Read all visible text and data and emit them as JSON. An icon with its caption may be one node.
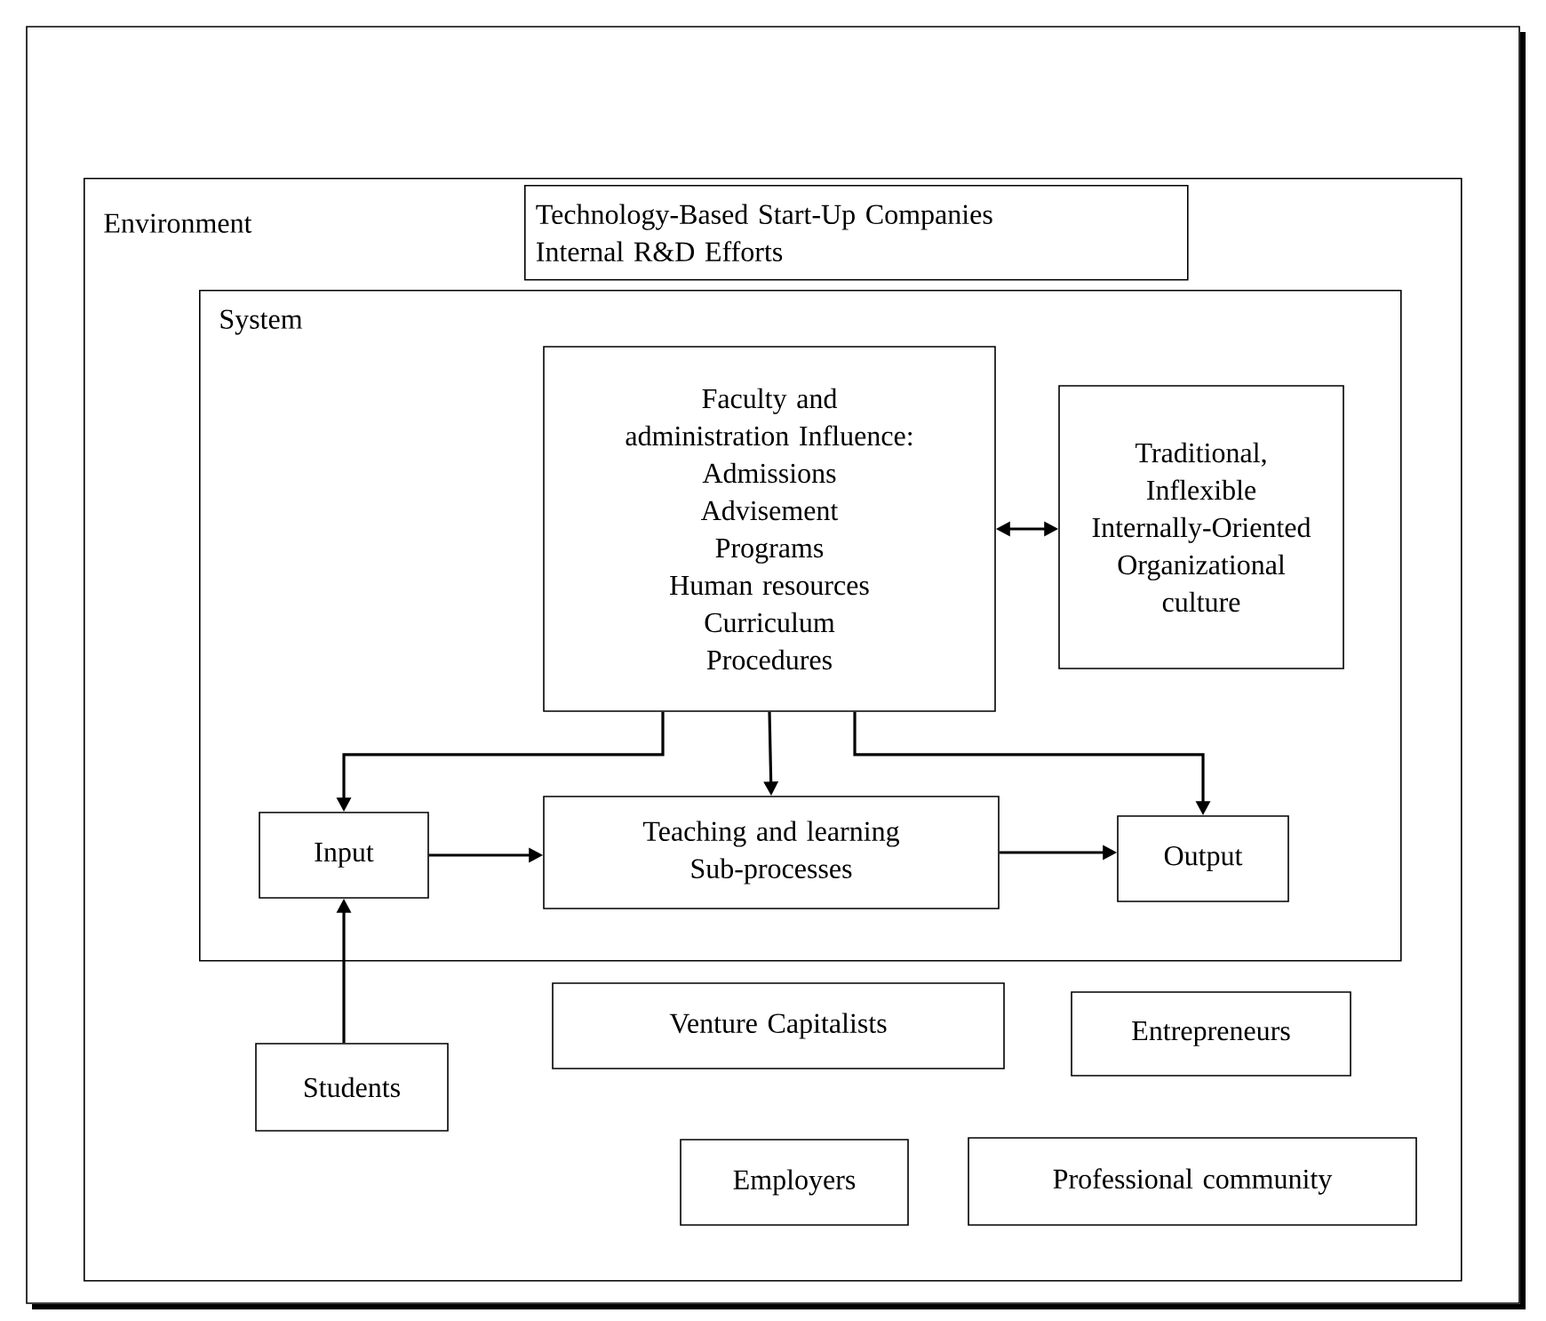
{
  "diagram": {
    "nodes": [
      {
        "text": [
          "Environment"
        ]
      },
      {
        "text": [
          "Technology-Based Start-Up Companies",
          "Internal R&D Efforts"
        ],
        "in": 0
      },
      {
        "text": [
          "System"
        ],
        "in": 0
      },
      {
        "text": [
          "Faculty and administration Influence:",
          "Admissions",
          "Advisement",
          "Programs",
          "Human resources",
          "Curriculum",
          "Procedures"
        ],
        "in": 2
      },
      {
        "text": [
          "Traditional, Inflexible Internally-Oriented Organizational culture"
        ],
        "in": 2
      },
      {
        "text": [
          "Input"
        ],
        "in": 2
      },
      {
        "text": [
          "Teaching and learning Sub-processes"
        ],
        "in": 2
      },
      {
        "text": [
          "Output"
        ],
        "in": 2
      },
      {
        "text": [
          "Students"
        ],
        "in": 0
      },
      {
        "text": [
          "Venture Capitalists"
        ],
        "in": 0
      },
      {
        "text": [
          "Entrepreneurs"
        ],
        "in": 0
      },
      {
        "text": [
          "Employers"
        ],
        "in": 0
      },
      {
        "text": [
          "Professional community"
        ],
        "in": 0
      }
    ],
    "edges": [
      {
        "from": 3,
        "to": 4,
        "arrow": "both"
      },
      {
        "from": 3,
        "to": 5,
        "arrow": "to"
      },
      {
        "from": 3,
        "to": 6,
        "arrow": "to"
      },
      {
        "from": 3,
        "to": 7,
        "arrow": "to"
      },
      {
        "from": 5,
        "to": 6,
        "arrow": "to"
      },
      {
        "from": 6,
        "to": 7,
        "arrow": "to"
      },
      {
        "from": 8,
        "to": 5,
        "arrow": "to"
      }
    ]
  }
}
